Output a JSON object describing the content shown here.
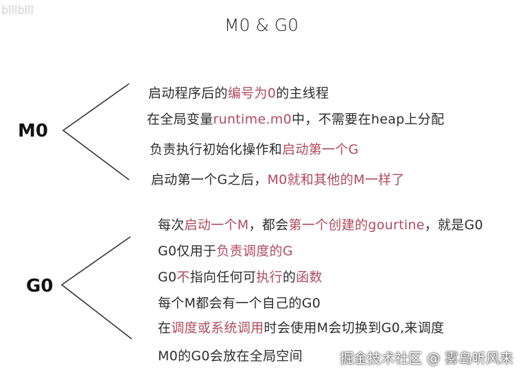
{
  "title": "M0 & G0",
  "watermark": "bilibili",
  "m0": {
    "label": "M0",
    "items": [
      [
        {
          "t": "启动程序后的"
        },
        {
          "t": "编号为0",
          "hl": true
        },
        {
          "t": "的主线程"
        }
      ],
      [
        {
          "t": "在全局变量"
        },
        {
          "t": "runtime.m0",
          "hl": true
        },
        {
          "t": "中，不需要在heap上分配"
        }
      ],
      [
        {
          "t": "负责执行初始化操作和"
        },
        {
          "t": "启动第一个G",
          "hl": true
        }
      ],
      [
        {
          "t": "启动第一个G之后，"
        },
        {
          "t": "M0就和其他的M一样了",
          "hl": true
        }
      ]
    ]
  },
  "g0": {
    "label": "G0",
    "items": [
      [
        {
          "t": "每次"
        },
        {
          "t": "启动一个M",
          "hl": true
        },
        {
          "t": "，都会"
        },
        {
          "t": "第一个创建的gourtine",
          "hl": true
        },
        {
          "t": "，就是G0"
        }
      ],
      [
        {
          "t": "G0仅用于"
        },
        {
          "t": "负责调度的G",
          "hl": true
        }
      ],
      [
        {
          "t": "G0"
        },
        {
          "t": "不",
          "hl": true
        },
        {
          "t": "指向任何可"
        },
        {
          "t": "执行",
          "hl": true
        },
        {
          "t": "的"
        },
        {
          "t": "函数",
          "hl": true
        }
      ],
      [
        {
          "t": "每个M都会有一个自己的G0"
        }
      ],
      [
        {
          "t": "在"
        },
        {
          "t": "调度或系统调用",
          "hl": true
        },
        {
          "t": "时会使用M会切换到G0,来调度"
        }
      ],
      [
        {
          "t": "M0的G0会放在全局空间"
        }
      ]
    ]
  },
  "footer": "掘金技术社区 @ 雾岛听风来",
  "colors": {
    "highlight": "#b04a5e",
    "text": "#2d2d2d"
  }
}
